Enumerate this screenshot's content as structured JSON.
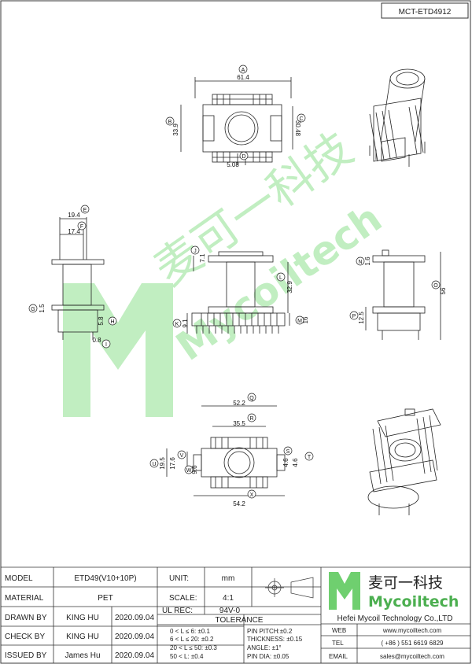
{
  "drawing_no": "MCT-ETD4912",
  "watermark": {
    "cn": "麦可一科技",
    "en": "Mycoiltech"
  },
  "top_view": {
    "labels": [
      "A",
      "B",
      "C",
      "D"
    ],
    "dims": {
      "A": "61.4",
      "B": "33.9",
      "C": "30.48",
      "D": "5.08"
    }
  },
  "front_view": {
    "labels": [
      "E",
      "F",
      "G",
      "H",
      "I",
      "J",
      "K",
      "L",
      "M"
    ],
    "dims": {
      "E": "19.4",
      "F": "17.4",
      "G": "1.5",
      "H": "5.8",
      "I": "0.8",
      "J": "7.1",
      "K": "9.1",
      "L": "32.9",
      "M": "16"
    }
  },
  "side_view": {
    "labels": [
      "N",
      "O",
      "P"
    ],
    "dims": {
      "N": "1.6",
      "O": "56",
      "P": "12.5"
    }
  },
  "bottom_view": {
    "labels": [
      "Q",
      "R",
      "S",
      "T",
      "U",
      "V",
      "W",
      "X"
    ],
    "dims": {
      "Q": "52.2",
      "R": "35.5",
      "S": "4.6",
      "T": "4.6",
      "U": "19.5",
      "V": "17.6",
      "W": "9.6",
      "X": "54.2"
    }
  },
  "title_block": {
    "model_label": "MODEL",
    "model": "ETD49(V10+10P)",
    "material_label": "MATERIAL",
    "material": "PET",
    "drawn_label": "DRAWN BY",
    "drawn_by": "KING HU",
    "drawn_date": "2020.09.04",
    "check_label": "CHECK BY",
    "check_by": "KING HU",
    "check_date": "2020.09.04",
    "issued_label": "ISSUED BY",
    "issued_by": "James Hu",
    "issued_date": "2020.09.04",
    "unit_label": "UNIT:",
    "unit": "mm",
    "scale_label": "SCALE:",
    "scale": "4:1",
    "ul_label": "UL REC:",
    "ul": "94V-0",
    "tolerance_title": "TOLERANCE",
    "tol_rows": [
      "0 < L ≤ 6:  ±0.1",
      "6 < L ≤ 20:  ±0.2",
      "20 < L ≤ 50:  ±0.3",
      "50 < L:  ±0.4"
    ],
    "tol_right": [
      "PIN PITCH:±0.2",
      "THICKNESS:  ±0.15",
      "ANGLE:  ±1°",
      "PIN DIA:  ±0.05"
    ],
    "company_cn": "麦可一科技",
    "company_en": "Mycoiltech",
    "company_full": "Hefei Mycoil Technology Co.,LTD",
    "web_label": "WEB",
    "web": "www.mycoiltech.com",
    "tel_label": "TEL",
    "tel": "( +86 ) 551 6619 6829",
    "email_label": "EMAIL",
    "email": "sales@mycoiltech.com"
  }
}
